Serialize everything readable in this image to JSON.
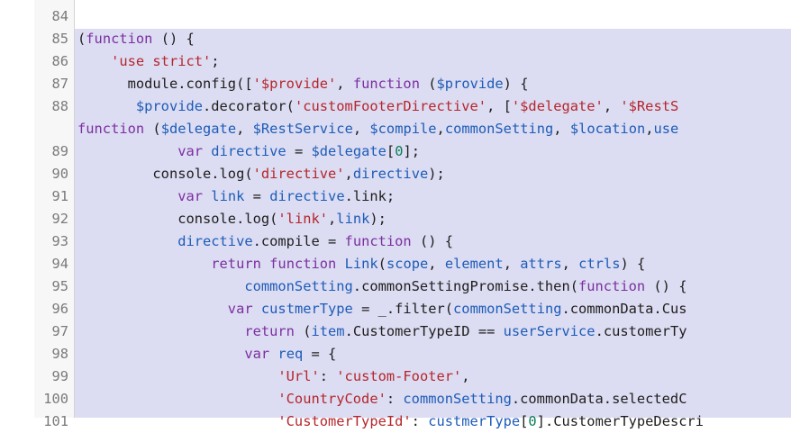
{
  "gutter": {
    "line_numbers": [
      "84",
      "85",
      "86",
      "87",
      "88",
      "",
      "89",
      "90",
      "91",
      "92",
      "93",
      "94",
      "95",
      "96",
      "97",
      "98",
      "99",
      "100",
      "101"
    ]
  },
  "colors": {
    "keyword": "#7b2fa0",
    "string": "#b5262b",
    "identifier": "#1d5cb8",
    "number": "#0b7d55",
    "text": "#1e1e1e",
    "selection": "#dcdcf2",
    "line_number": "#7a7a7a"
  },
  "code_lines": [
    {
      "indent": "",
      "tokens": []
    },
    {
      "indent": "",
      "tokens": [
        {
          "t": "txt",
          "v": "("
        },
        {
          "t": "kw",
          "v": "function"
        },
        {
          "t": "txt",
          "v": " () {"
        }
      ]
    },
    {
      "indent": "    ",
      "tokens": [
        {
          "t": "str",
          "v": "'use strict'"
        },
        {
          "t": "txt",
          "v": ";"
        }
      ]
    },
    {
      "indent": "      ",
      "tokens": [
        {
          "t": "txt",
          "v": "module.config(["
        },
        {
          "t": "str",
          "v": "'$provide'"
        },
        {
          "t": "txt",
          "v": ", "
        },
        {
          "t": "kw",
          "v": "function"
        },
        {
          "t": "txt",
          "v": " ("
        },
        {
          "t": "var",
          "v": "$provide"
        },
        {
          "t": "txt",
          "v": ") {"
        }
      ]
    },
    {
      "indent": "       ",
      "tokens": [
        {
          "t": "var",
          "v": "$provide"
        },
        {
          "t": "txt",
          "v": ".decorator("
        },
        {
          "t": "str",
          "v": "'customFooterDirective'"
        },
        {
          "t": "txt",
          "v": ", ["
        },
        {
          "t": "str",
          "v": "'$delegate'"
        },
        {
          "t": "txt",
          "v": ", "
        },
        {
          "t": "str",
          "v": "'$RestS"
        }
      ]
    },
    {
      "indent": "",
      "tokens": [
        {
          "t": "kw",
          "v": "function"
        },
        {
          "t": "txt",
          "v": " ("
        },
        {
          "t": "var",
          "v": "$delegate"
        },
        {
          "t": "txt",
          "v": ", "
        },
        {
          "t": "var",
          "v": "$RestService"
        },
        {
          "t": "txt",
          "v": ", "
        },
        {
          "t": "var",
          "v": "$compile"
        },
        {
          "t": "txt",
          "v": ","
        },
        {
          "t": "var",
          "v": "commonSetting"
        },
        {
          "t": "txt",
          "v": ", "
        },
        {
          "t": "var",
          "v": "$location"
        },
        {
          "t": "txt",
          "v": ","
        },
        {
          "t": "var",
          "v": "use"
        }
      ]
    },
    {
      "indent": "            ",
      "tokens": [
        {
          "t": "kw",
          "v": "var"
        },
        {
          "t": "txt",
          "v": " "
        },
        {
          "t": "var",
          "v": "directive"
        },
        {
          "t": "txt",
          "v": " = "
        },
        {
          "t": "var",
          "v": "$delegate"
        },
        {
          "t": "txt",
          "v": "["
        },
        {
          "t": "num",
          "v": "0"
        },
        {
          "t": "txt",
          "v": "];"
        }
      ]
    },
    {
      "indent": "         ",
      "tokens": [
        {
          "t": "txt",
          "v": "console.log("
        },
        {
          "t": "str",
          "v": "'directive'"
        },
        {
          "t": "txt",
          "v": ","
        },
        {
          "t": "var",
          "v": "directive"
        },
        {
          "t": "txt",
          "v": ");"
        }
      ]
    },
    {
      "indent": "            ",
      "tokens": [
        {
          "t": "kw",
          "v": "var"
        },
        {
          "t": "txt",
          "v": " "
        },
        {
          "t": "var",
          "v": "link"
        },
        {
          "t": "txt",
          "v": " = "
        },
        {
          "t": "var",
          "v": "directive"
        },
        {
          "t": "txt",
          "v": ".link;"
        }
      ]
    },
    {
      "indent": "            ",
      "tokens": [
        {
          "t": "txt",
          "v": "console.log("
        },
        {
          "t": "str",
          "v": "'link'"
        },
        {
          "t": "txt",
          "v": ","
        },
        {
          "t": "var",
          "v": "link"
        },
        {
          "t": "txt",
          "v": ");"
        }
      ]
    },
    {
      "indent": "            ",
      "tokens": [
        {
          "t": "var",
          "v": "directive"
        },
        {
          "t": "txt",
          "v": ".compile = "
        },
        {
          "t": "kw",
          "v": "function"
        },
        {
          "t": "txt",
          "v": " () {"
        }
      ]
    },
    {
      "indent": "                ",
      "tokens": [
        {
          "t": "kw",
          "v": "return"
        },
        {
          "t": "txt",
          "v": " "
        },
        {
          "t": "kw",
          "v": "function"
        },
        {
          "t": "txt",
          "v": " "
        },
        {
          "t": "var",
          "v": "Link"
        },
        {
          "t": "txt",
          "v": "("
        },
        {
          "t": "var",
          "v": "scope"
        },
        {
          "t": "txt",
          "v": ", "
        },
        {
          "t": "var",
          "v": "element"
        },
        {
          "t": "txt",
          "v": ", "
        },
        {
          "t": "var",
          "v": "attrs"
        },
        {
          "t": "txt",
          "v": ", "
        },
        {
          "t": "var",
          "v": "ctrls"
        },
        {
          "t": "txt",
          "v": ") {"
        }
      ]
    },
    {
      "indent": "                    ",
      "tokens": [
        {
          "t": "var",
          "v": "commonSetting"
        },
        {
          "t": "txt",
          "v": ".commonSettingPromise.then("
        },
        {
          "t": "kw",
          "v": "function"
        },
        {
          "t": "txt",
          "v": " () {"
        }
      ]
    },
    {
      "indent": "                  ",
      "tokens": [
        {
          "t": "kw",
          "v": "var"
        },
        {
          "t": "txt",
          "v": " "
        },
        {
          "t": "var",
          "v": "custmerType"
        },
        {
          "t": "txt",
          "v": " = _.filter("
        },
        {
          "t": "var",
          "v": "commonSetting"
        },
        {
          "t": "txt",
          "v": ".commonData.Cus"
        }
      ]
    },
    {
      "indent": "                    ",
      "tokens": [
        {
          "t": "kw",
          "v": "return"
        },
        {
          "t": "txt",
          "v": " ("
        },
        {
          "t": "var",
          "v": "item"
        },
        {
          "t": "txt",
          "v": ".CustomerTypeID == "
        },
        {
          "t": "var",
          "v": "userService"
        },
        {
          "t": "txt",
          "v": ".customerTy"
        }
      ]
    },
    {
      "indent": "                    ",
      "tokens": [
        {
          "t": "kw",
          "v": "var"
        },
        {
          "t": "txt",
          "v": " "
        },
        {
          "t": "var",
          "v": "req"
        },
        {
          "t": "txt",
          "v": " = {"
        }
      ]
    },
    {
      "indent": "                        ",
      "tokens": [
        {
          "t": "str",
          "v": "'Url'"
        },
        {
          "t": "txt",
          "v": ": "
        },
        {
          "t": "str",
          "v": "'custom-Footer'"
        },
        {
          "t": "txt",
          "v": ","
        }
      ]
    },
    {
      "indent": "                        ",
      "tokens": [
        {
          "t": "str",
          "v": "'CountryCode'"
        },
        {
          "t": "txt",
          "v": ": "
        },
        {
          "t": "var",
          "v": "commonSetting"
        },
        {
          "t": "txt",
          "v": ".commonData.selectedC"
        }
      ]
    },
    {
      "indent": "                        ",
      "tokens": [
        {
          "t": "str",
          "v": "'CustomerTypeId'"
        },
        {
          "t": "txt",
          "v": ": "
        },
        {
          "t": "var",
          "v": "custmerType"
        },
        {
          "t": "txt",
          "v": "["
        },
        {
          "t": "num",
          "v": "0"
        },
        {
          "t": "txt",
          "v": "].CustomerTypeDescri"
        }
      ]
    }
  ]
}
